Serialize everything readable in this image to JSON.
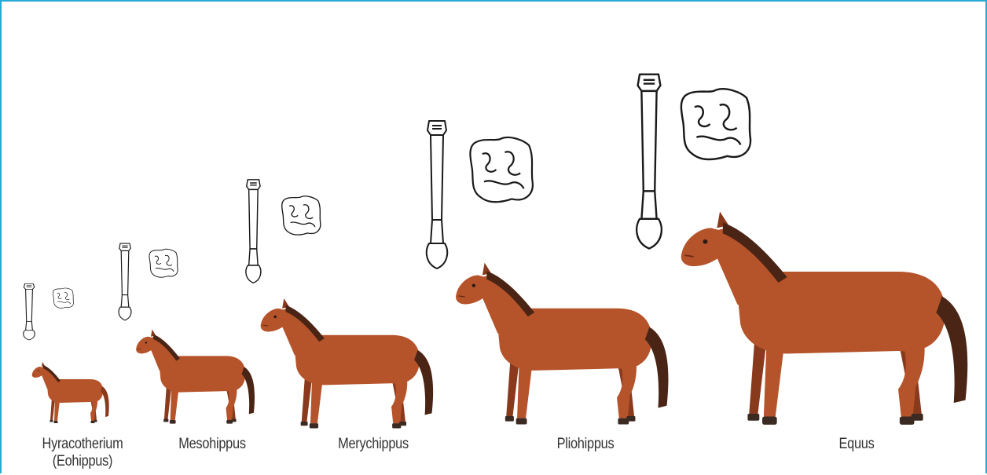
{
  "diagram": {
    "colors": {
      "border": "#29a9d8",
      "body": "#b5532a",
      "body_dark": "#8a3a1c",
      "mane": "#4a2414",
      "hoof": "#3a2a22",
      "bone_stroke": "#1a1a1a",
      "label_text": "#333333"
    },
    "species": [
      {
        "id": "hyracotherium",
        "label_line1": "Hyracotherium",
        "label_line2": "(Eohippus)",
        "tail_color": "#8a3a1c"
      },
      {
        "id": "mesohippus",
        "label_line1": "Mesohippus",
        "label_line2": "",
        "tail_color": "#4a2414"
      },
      {
        "id": "merychippus",
        "label_line1": "Merychippus",
        "label_line2": "",
        "tail_color": "#4a2414"
      },
      {
        "id": "pliohippus",
        "label_line1": "Pliohippus",
        "label_line2": "",
        "tail_color": "#4a2414"
      },
      {
        "id": "equus",
        "label_line1": "Equus",
        "label_line2": "",
        "tail_color": "#4a2414"
      }
    ]
  }
}
